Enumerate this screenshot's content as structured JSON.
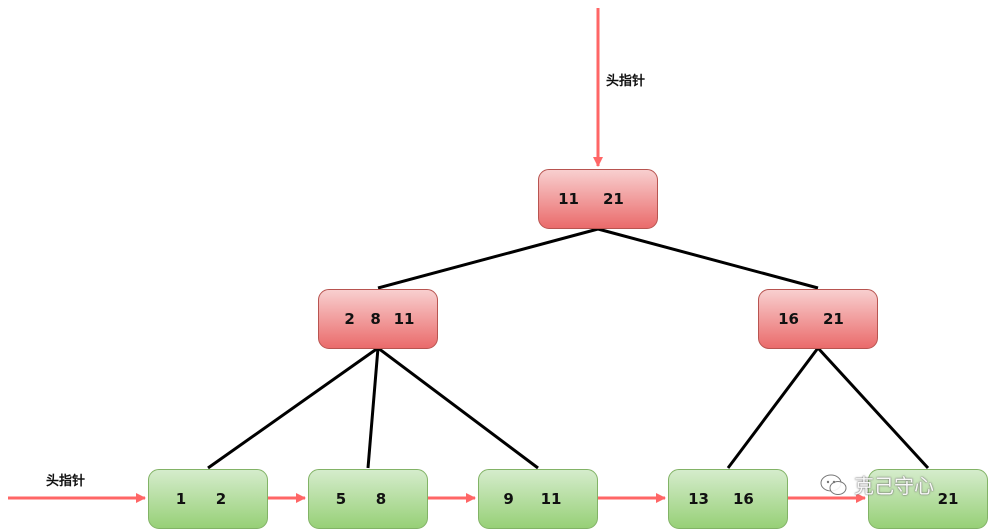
{
  "head_pointer_top": "头指针",
  "head_pointer_left": "头指针",
  "root": {
    "keys": [
      "11",
      "21"
    ]
  },
  "internal": [
    {
      "keys": [
        "2",
        "8",
        "11"
      ]
    },
    {
      "keys": [
        "16",
        "21"
      ]
    }
  ],
  "leaves": [
    {
      "keys": [
        "1",
        "2"
      ]
    },
    {
      "keys": [
        "5",
        "8"
      ]
    },
    {
      "keys": [
        "9",
        "11"
      ]
    },
    {
      "keys": [
        "13",
        "16"
      ]
    },
    {
      "keys": [
        "21"
      ]
    }
  ],
  "watermark": "克己守心",
  "colors": {
    "internal_fill_top": "#f8cfcf",
    "internal_fill_bottom": "#ea6b6b",
    "leaf_fill_top": "#d5eccc",
    "leaf_fill_bottom": "#97d077",
    "pointer_arrow": "#ff6666",
    "edge": "#000000"
  }
}
